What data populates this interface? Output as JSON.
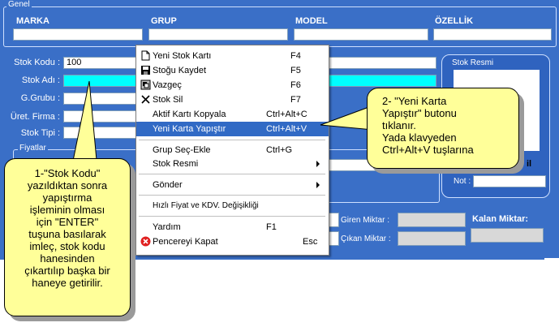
{
  "general": {
    "legend": "Genel",
    "columns": [
      "MARKA",
      "GRUP",
      "MODEL",
      "ÖZELLİK"
    ]
  },
  "form": {
    "stok_kodu_label": "Stok Kodu :",
    "stok_kodu_value": "100",
    "stok_adi_label": "Stok Adı :",
    "g_grubu_label": "G.Grubu :",
    "uret_firma_label": "Üret. Firma :",
    "stok_tipi_label": "Stok Tipi :",
    "fiyatlar_label": "Fiyatlar"
  },
  "stock_image": {
    "title": "Stok Resmi",
    "not_label": "Not :",
    "partial_label": "il"
  },
  "quantities": {
    "giren_label": "Giren Miktar :",
    "cikan_label": "Çıkan Miktar :",
    "kalan_label": "Kalan Miktar:"
  },
  "menu": {
    "items": [
      {
        "label": "Yeni Stok Kartı",
        "shortcut": "F4",
        "icon": "new-document-icon"
      },
      {
        "label": "Stoğu Kaydet",
        "shortcut": "F5",
        "icon": "floppy-disk-icon"
      },
      {
        "label": "Vazgeç",
        "shortcut": "F6",
        "icon": "undo-icon"
      },
      {
        "label": "Stok Sil",
        "shortcut": "F7",
        "icon": "delete-x-icon"
      },
      {
        "label": "Aktif Kartı Kopyala",
        "shortcut": "Ctrl+Alt+C"
      },
      {
        "label": "Yeni Karta Yapıştır",
        "shortcut": "Ctrl+Alt+V"
      },
      {
        "label": "Grup Seç-Ekle",
        "shortcut": "Ctrl+G"
      },
      {
        "label": "Stok Resmi",
        "shortcut": ""
      },
      {
        "label": "Gönder",
        "shortcut": ""
      },
      {
        "label": "Hızlı Fiyat ve KDV. Değişikliği",
        "shortcut": ""
      },
      {
        "label": "Yardım",
        "shortcut": "F1"
      },
      {
        "label": "Pencereyi Kapat",
        "shortcut": "Esc",
        "icon": "close-red-icon"
      }
    ]
  },
  "callouts": {
    "left_lines": [
      "1-\"Stok Kodu\"",
      "yazıldıktan sonra",
      "yapıştırma",
      "işleminin olması",
      "için \"ENTER\"",
      "tuşuna basılarak",
      "imleç, stok kodu",
      "hanesinden",
      "çıkartılıp başka bir",
      "haneye getirilir."
    ],
    "right_lines": [
      "2- \"Yeni Karta",
      "Yapıştır\" butonu",
      "tıklanır.",
      "Yada klavyeden",
      "Ctrl+Alt+V tuşlarına"
    ]
  },
  "colors": {
    "background": "#3a6fc7",
    "highlight": "#316ac5",
    "callout": "#ffff99",
    "cyan_field": "#00ffff"
  }
}
